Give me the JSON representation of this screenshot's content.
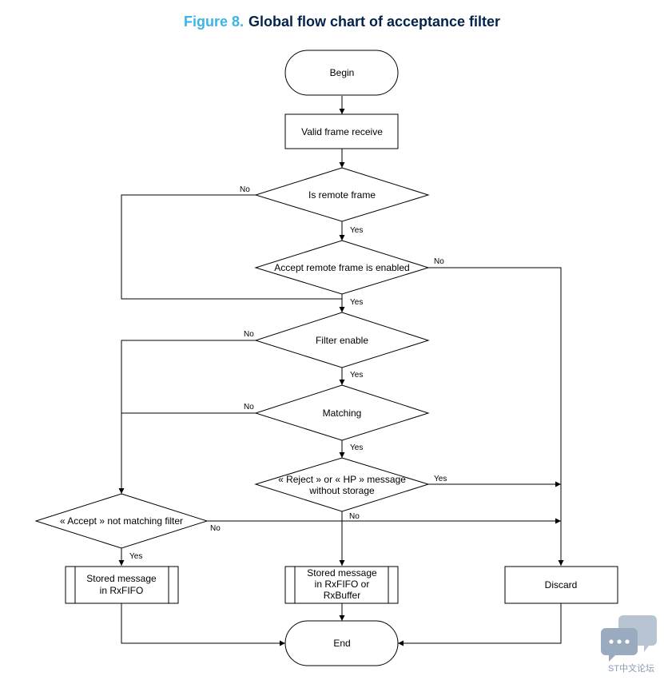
{
  "title": {
    "prefix": "Figure 8.",
    "text": "Global flow chart of acceptance filter",
    "prefix_color": "#3CB4E6",
    "text_color": "#03234B"
  },
  "nodes": {
    "begin": "Begin",
    "valid_frame": "Valid frame receive",
    "is_remote": "Is remote frame",
    "accept_remote": "Accept remote frame is enabled",
    "filter_enable": "Filter enable",
    "matching": "Matching",
    "reject_hp_line1": "« Reject » or « HP » message",
    "reject_hp_line2": "without storage",
    "accept_not_matching": "« Accept » not matching filter",
    "stored_rxfifo_line1": "Stored message",
    "stored_rxfifo_line2": "in RxFIFO",
    "stored_rxbuf_line1": "Stored message",
    "stored_rxbuf_line2": "in RxFIFO or",
    "stored_rxbuf_line3": "RxBuffer",
    "discard": "Discard",
    "end": "End"
  },
  "labels": {
    "yes": "Yes",
    "no": "No"
  },
  "watermark": {
    "text": "ST中文论坛",
    "icon": "chat-bubbles-icon",
    "color": "#8a9bb0"
  }
}
